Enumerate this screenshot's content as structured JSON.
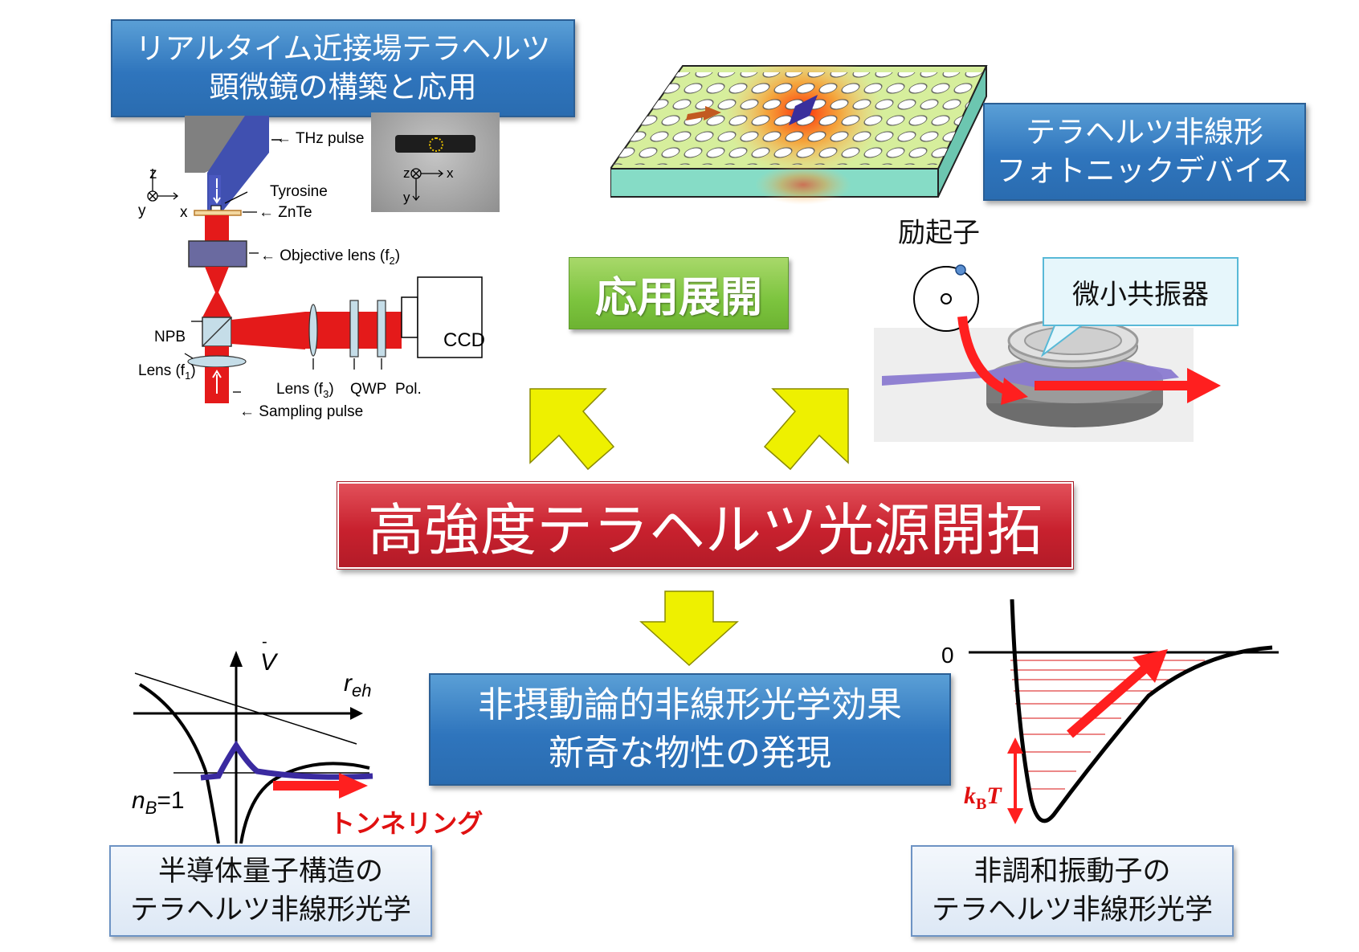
{
  "title_top_left": {
    "line1": "リアルタイム近接場テラヘルツ",
    "line2": "顕微鏡の構築と応用"
  },
  "microscope": {
    "thz_pulse": "THz pulse",
    "tyrosine": "Tyrosine",
    "znte": "ZnTe",
    "objective": "Objective lens (f",
    "objective_sub": "2",
    "objective_end": ")",
    "npb": "NPB",
    "lens_f1": "Lens (f",
    "lens_f1_sub": "1",
    "lens_f1_end": ")",
    "lens_f3": "Lens (f",
    "lens_f3_sub": "3",
    "lens_f3_end": ")",
    "qwp": "QWP",
    "pol": "Pol.",
    "ccd": "CCD",
    "sampling": "Sampling pulse",
    "axis_z": "z",
    "axis_y": "y",
    "axis_x": "x"
  },
  "photonic": {
    "line1": "テラヘルツ非線形",
    "line2": "フォトニックデバイス"
  },
  "exciton_label": "励起子",
  "resonator_label": "微小共振器",
  "applications_label": "応用展開",
  "main_label": "高強度テラヘルツ光源開拓",
  "center_box": {
    "line1": "非摂動論的非線形光学効果",
    "line2": "新奇な物性の発現"
  },
  "potential_plot": {
    "v_label": "V",
    "r_label": "r",
    "r_sub": "eh",
    "nb_label": "n",
    "nb_sub": "B",
    "nb_value": "=1",
    "tunneling": "トンネリング"
  },
  "anharmonic_plot": {
    "zero": "0",
    "kbt": "k",
    "kbt_sub": "B",
    "kbt_T": "T"
  },
  "bottom_left": {
    "line1": "半導体量子構造の",
    "line2": "テラヘルツ非線形光学"
  },
  "bottom_right": {
    "line1": "非調和振動子の",
    "line2": "テラヘルツ非線形光学"
  },
  "colors": {
    "blue": "#2f75bd",
    "green": "#7cc43e",
    "red": "#c8212e",
    "yellow": "#eef000",
    "arrow_red": "#ff1f1f"
  }
}
